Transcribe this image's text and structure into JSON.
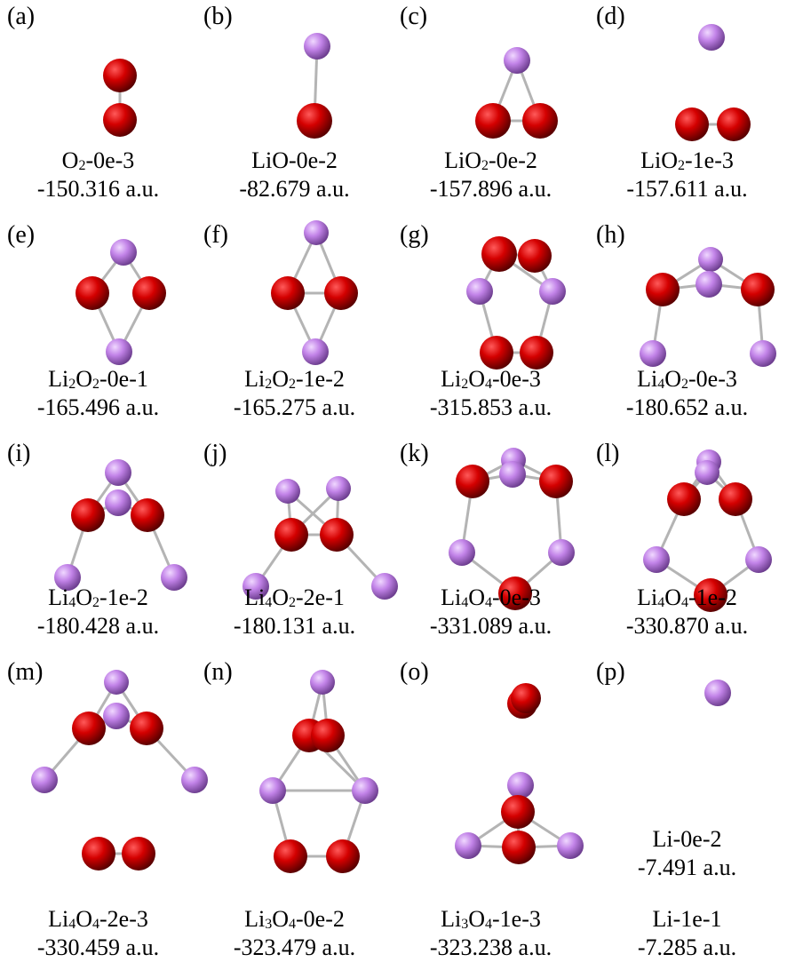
{
  "colors": {
    "oxygen": "#d40000",
    "lithium": "#c283e8",
    "bond": "#b4b4b4"
  },
  "panels": [
    {
      "label": "(a)",
      "name_parts": [
        "O",
        "2",
        "-0e-3"
      ],
      "energy": "-150.316 a.u."
    },
    {
      "label": "(b)",
      "name_parts": [
        "LiO-0e-2"
      ],
      "energy": "-82.679 a.u."
    },
    {
      "label": "(c)",
      "name_parts": [
        "LiO",
        "2",
        "-0e-2"
      ],
      "energy": "-157.896 a.u."
    },
    {
      "label": "(d)",
      "name_parts": [
        "LiO",
        "2",
        "-1e-3"
      ],
      "energy": "-157.611 a.u."
    },
    {
      "label": "(e)",
      "name_parts": [
        "Li",
        "2",
        "O",
        "2",
        "-0e-1"
      ],
      "energy": "-165.496 a.u."
    },
    {
      "label": "(f)",
      "name_parts": [
        "Li",
        "2",
        "O",
        "2",
        "-1e-2"
      ],
      "energy": "-165.275 a.u."
    },
    {
      "label": "(g)",
      "name_parts": [
        "Li",
        "2",
        "O",
        "4",
        "-0e-3"
      ],
      "energy": "-315.853 a.u."
    },
    {
      "label": "(h)",
      "name_parts": [
        "Li",
        "4",
        "O",
        "2",
        "-0e-3"
      ],
      "energy": "-180.652 a.u."
    },
    {
      "label": "(i)",
      "name_parts": [
        "Li",
        "4",
        "O",
        "2",
        "-1e-2"
      ],
      "energy": "-180.428 a.u."
    },
    {
      "label": "(j)",
      "name_parts": [
        "Li",
        "4",
        "O",
        "2",
        "-2e-1"
      ],
      "energy": "-180.131 a.u."
    },
    {
      "label": "(k)",
      "name_parts": [
        "Li",
        "4",
        "O",
        "4",
        "-0e-3"
      ],
      "energy": "-331.089 a.u."
    },
    {
      "label": "(l)",
      "name_parts": [
        "Li",
        "4",
        "O",
        "4",
        "-1e-2"
      ],
      "energy": "-330.870 a.u."
    },
    {
      "label": "(m)",
      "name_parts": [
        "Li",
        "4",
        "O",
        "4",
        "-2e-3"
      ],
      "energy": "-330.459 a.u."
    },
    {
      "label": "(n)",
      "name_parts": [
        "Li",
        "3",
        "O",
        "4",
        "-0e-2"
      ],
      "energy": "-323.479 a.u."
    },
    {
      "label": "(o)",
      "name_parts": [
        "Li",
        "3",
        "O",
        "4",
        "-1e-3"
      ],
      "energy": "-323.238 a.u."
    },
    {
      "label": "(p)",
      "name_parts": [
        "Li-0e-2"
      ],
      "energy": "-7.491 a.u.",
      "name2_parts": [
        "Li-1e-1"
      ],
      "energy2": "-7.285 a.u."
    }
  ]
}
